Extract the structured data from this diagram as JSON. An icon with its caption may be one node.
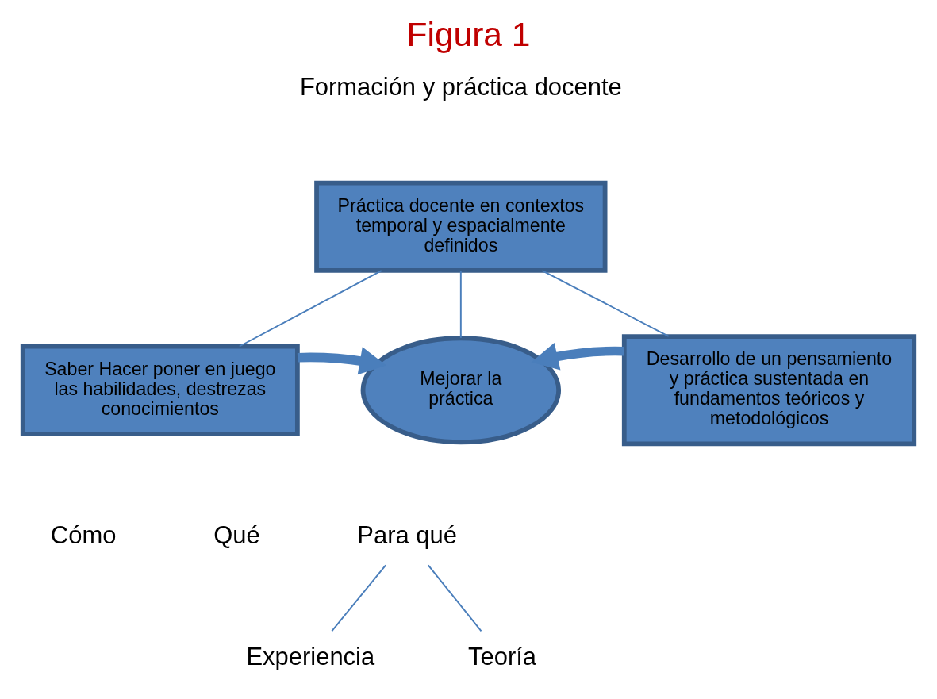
{
  "diagram": {
    "title": "Figura 1",
    "nodes": [
      {
        "text": [
          "Práctica docente en contextos temporal y espacialmente definidos"
        ]
      },
      {
        "text": [
          "Saber Hacer poner en juego las habilidades, destrezas conocimientos"
        ]
      },
      {
        "text": [
          "Mejorar la práctica"
        ]
      },
      {
        "text": [
          "Desarrollo de un pensamiento y práctica sustentada en fundamentos teóricos y metodológicos"
        ]
      },
      {
        "text": [
          "Para qué"
        ]
      },
      {
        "text": [
          "Experiencia"
        ]
      },
      {
        "text": [
          "Teoría"
        ]
      }
    ],
    "edges": [
      {
        "from": 0,
        "to": 1,
        "arrow": "none"
      },
      {
        "from": 0,
        "to": 3,
        "arrow": "none"
      },
      {
        "from": 0,
        "to": 2,
        "arrow": "none"
      },
      {
        "from": 1,
        "to": 2,
        "arrow": "to",
        "style": "thick"
      },
      {
        "from": 3,
        "to": 2,
        "arrow": "to",
        "style": "thick"
      },
      {
        "from": 4,
        "to": 5,
        "arrow": "none"
      },
      {
        "from": 4,
        "to": 6,
        "arrow": "none"
      }
    ],
    "labels": [
      "Formación y práctica docente",
      "Cómo",
      "Qué"
    ]
  }
}
